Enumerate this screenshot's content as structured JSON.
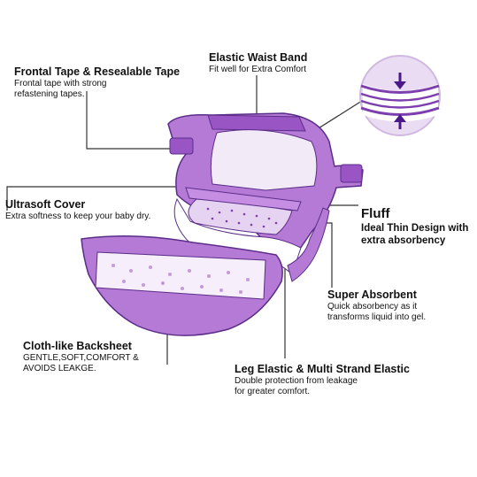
{
  "labels": {
    "frontal_tape": {
      "title": "Frontal Tape & Resealable Tape",
      "desc": [
        "Frontal tape with strong",
        "refastening tapes."
      ]
    },
    "elastic_waist": {
      "title": "Elastic Waist Band",
      "desc": [
        "Fit well for Extra Comfort"
      ]
    },
    "ultrasoft": {
      "title": "Ultrasoft Cover",
      "desc": [
        "Extra softness to keep your baby dry."
      ]
    },
    "fluff": {
      "title": "Fluff",
      "desc": [
        "Ideal Thin Design with",
        "extra absorbency"
      ]
    },
    "super_absorbent": {
      "title": "Super Absorbent",
      "desc": [
        "Quick absorbency as it",
        "transforms liquid into gel."
      ]
    },
    "backsheet": {
      "title": "Cloth-like Backsheet",
      "desc": [
        "GENTLE,SOFT,COMFORT &",
        "AVOIDS LEAKGE."
      ]
    },
    "leg_elastic": {
      "title": "Leg Elastic & Multi Strand Elastic",
      "desc": [
        "Double protection from leakage",
        "for greater comfort."
      ]
    }
  },
  "colors": {
    "purple": "#a35ec8",
    "dark_purple": "#5a2d88",
    "light_purple": "#d9b8ea",
    "line": "#333333"
  }
}
